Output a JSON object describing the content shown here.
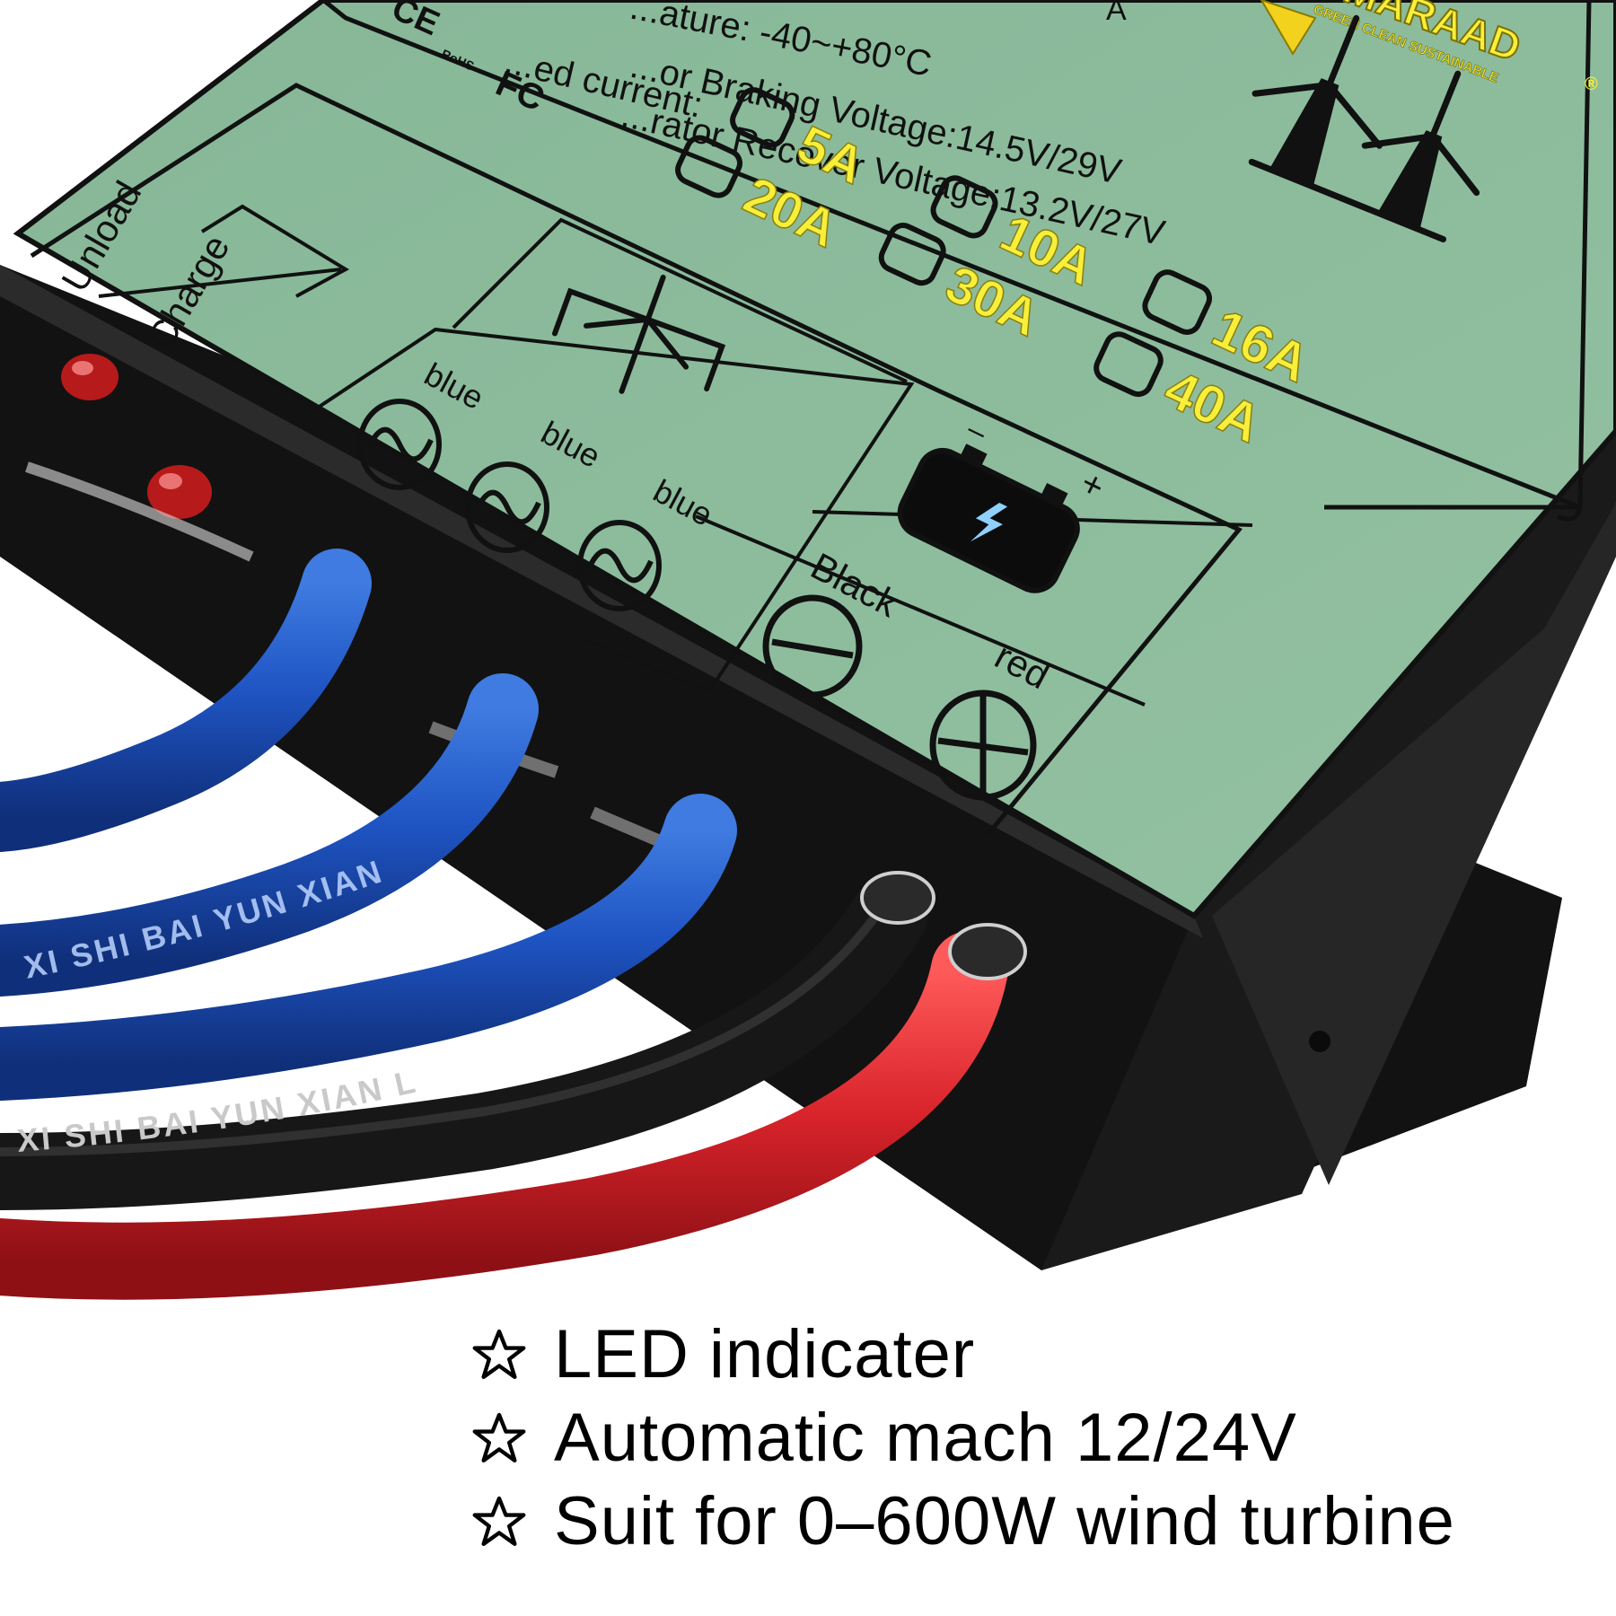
{
  "device": {
    "spec_lines": [
      "...ature: -40~+80°C",
      "...or Braking Voltage:14.5V/29V",
      "...rator Recover Voltage:13.2V/27V",
      "...ed current:"
    ],
    "partial_top": "A",
    "certifications": [
      "CE",
      "RoHS",
      "FC"
    ],
    "brand": {
      "name": "SMARAAD",
      "tagline": "GREEN CLEAN SUSTAINABLE",
      "registered": "®"
    },
    "current_options": [
      "5A",
      "10A",
      "16A",
      "20A",
      "30A",
      "40A"
    ],
    "status_labels": [
      "Unload",
      "Charge"
    ],
    "wire_labels": {
      "phase_1": "blue",
      "phase_2": "blue",
      "phase_3": "blue",
      "negative": "Black",
      "positive": "red",
      "minus_sign": "–",
      "plus_sign": "+"
    },
    "cable_prints": {
      "blue_cable": "XI SHI BAI YUN XIAN",
      "black_cable": "XI SHI BAI YUN XIAN L"
    }
  },
  "features": [
    "LED indicater",
    "Automatic mach 12/24V",
    "Suit for 0–600W wind turbine"
  ],
  "icons": {
    "feature_bullet": "star-outline-icon",
    "turbine": "wind-turbine-icon",
    "battery": "battery-icon",
    "ac_phase": "sine-wave-icon"
  },
  "colors": {
    "panel": "#8fbd9e",
    "housing": "#1a1a1a",
    "amp_text": "#f7ef3a",
    "blue_cable": "#1f4fb3",
    "red_cable": "#d8232a",
    "black_cable": "#161616"
  }
}
